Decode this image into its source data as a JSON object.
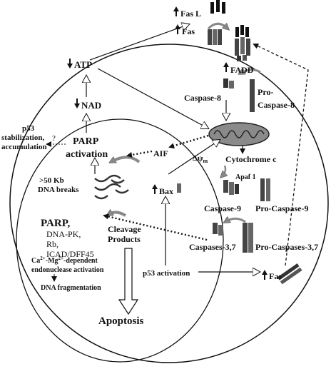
{
  "labels": {
    "fas_l": "Fas L",
    "fas_top": "Fas",
    "fadd": "FADD",
    "atp": "ATP",
    "nad": "NAD",
    "caspase8": "Caspase-8",
    "pro_caspase8_l1": "Pro-",
    "pro_caspase8_l2": "Caspase-8",
    "p53_stab_l1": "p53",
    "p53_stab_l2": "stabilization,",
    "p53_stab_l3": "accumulation",
    "question": "?",
    "parp_act_l1": "PARP",
    "parp_act_l2": "activation",
    "aif": "AIF",
    "delta_psi": "Δψ",
    "delta_psi_sub": "m",
    "cytochrome": "Cytochrome c",
    "apaf": "Apaf 1",
    "dna_breaks_l1": ">50 Kb",
    "dna_breaks_l2": "DNA breaks",
    "bax": "Bax",
    "caspase9": "Caspase-9",
    "pro_caspase9": "Pro-Caspase-9",
    "parp": "PARP,",
    "dna_pk": "DNA-PK,",
    "rb": "Rb,",
    "icad": "ICAD/DFF45",
    "cleavage_l1": "Cleavage",
    "cleavage_l2": "Products",
    "caspases37": "Caspases-3,7",
    "pro_caspases37": "Pro-Caspases-3,7",
    "endo_l1_a": "Ca",
    "endo_l1_sup1": "2+",
    "endo_l1_b": "-Mg",
    "endo_l1_sup2": "2+",
    "endo_l1_c": "-dependent",
    "endo_l2": "endonuclease activation",
    "dna_frag": "DNA fragmentation",
    "p53_act": "p53 activation",
    "fas_bottom": "Fas",
    "apoptosis": "Apoptosis"
  },
  "colors": {
    "line": "#111111",
    "receptor_dark": "#333333",
    "receptor_mid": "#666666",
    "mito_fill": "#8a8a8a",
    "arrow_fill": "#ffffff",
    "curved_arrow": "#888888"
  }
}
